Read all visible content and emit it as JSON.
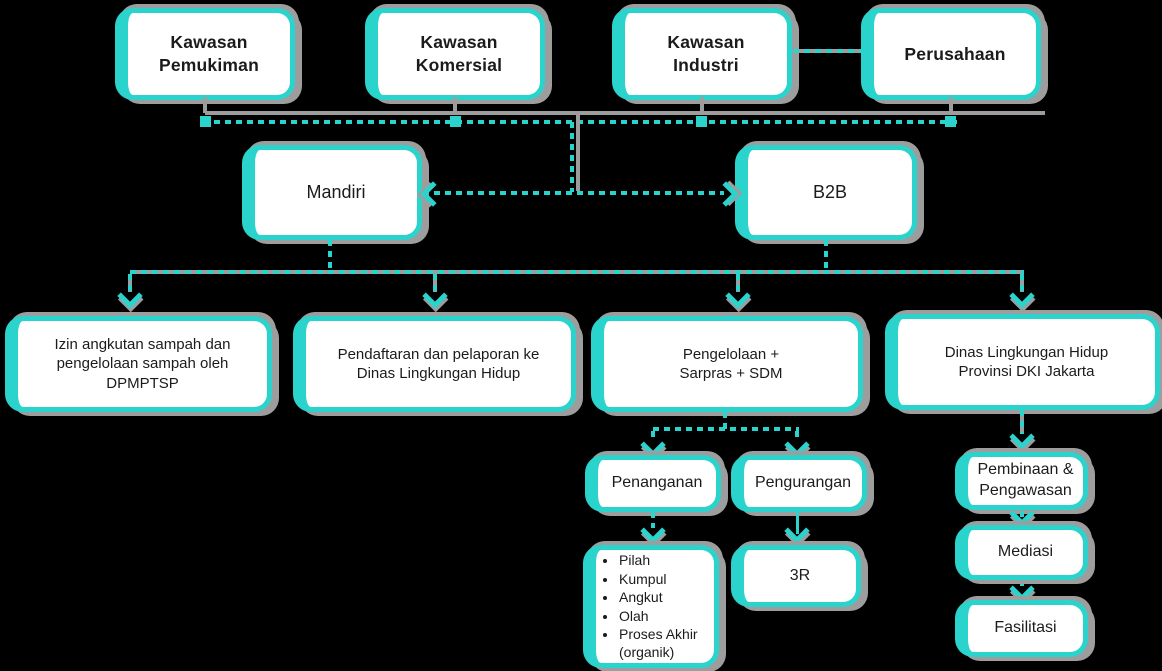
{
  "palette": {
    "accent_teal": "#2bd3cd",
    "shadow_gray": "#9d9d9d",
    "node_fill": "#ffffff",
    "text": "#1b1b1b",
    "background": "#000000"
  },
  "nodes": {
    "kawasan_pemukiman": "Kawasan Pemukiman",
    "kawasan_komersial": "Kawasan Komersial",
    "kawasan_industri": "Kawasan Industri",
    "perusahaan": "Perusahaan",
    "mandiri": "Mandiri",
    "b2b": "B2B",
    "izin": "Izin angkutan sampah dan pengelolaan sampah oleh DPMPTSP",
    "pendaftaran": "Pendaftaran dan pelaporan ke Dinas Lingkungan Hidup",
    "pengelolaan": "Pengelolaan + Sarpras + SDM",
    "dinas": "Dinas Lingkungan Hidup Provinsi DKI Jakarta",
    "penanganan": "Penanganan",
    "pengurangan": "Pengurangan",
    "pembinaan": "Pembinaan & Pengawasan",
    "r3": "3R",
    "mediasi": "Mediasi",
    "fasilitasi": "Fasilitasi"
  },
  "penanganan_steps": [
    "Pilah",
    "Kumpul",
    "Angkut",
    "Olah",
    "Proses Akhir (organik)"
  ],
  "edges": [
    {
      "from": "kawasan_industri",
      "to": "perusahaan",
      "style": "dashed"
    },
    {
      "from": "kawasan_pemukiman",
      "to": "mandiri_b2b_bus",
      "style": "dashed"
    },
    {
      "from": "kawasan_komersial",
      "to": "mandiri_b2b_bus",
      "style": "dashed"
    },
    {
      "from": "kawasan_industri",
      "to": "mandiri_b2b_bus",
      "style": "dashed"
    },
    {
      "from": "perusahaan",
      "to": "mandiri_b2b_bus",
      "style": "dashed"
    },
    {
      "from": "mandiri_b2b_bus",
      "to": "mandiri",
      "style": "dashed-arrow"
    },
    {
      "from": "mandiri_b2b_bus",
      "to": "b2b",
      "style": "dashed-arrow"
    },
    {
      "from": "mandiri",
      "to": "row3_bus",
      "style": "dashed"
    },
    {
      "from": "b2b",
      "to": "row3_bus",
      "style": "dashed"
    },
    {
      "from": "row3_bus",
      "to": "izin",
      "style": "dashed-arrow"
    },
    {
      "from": "row3_bus",
      "to": "pendaftaran",
      "style": "dashed-arrow"
    },
    {
      "from": "row3_bus",
      "to": "pengelolaan",
      "style": "dashed-arrow"
    },
    {
      "from": "row3_bus",
      "to": "dinas",
      "style": "dashed-arrow"
    },
    {
      "from": "pengelolaan",
      "to": "penanganan",
      "style": "dashed-arrow"
    },
    {
      "from": "pengelolaan",
      "to": "pengurangan",
      "style": "dashed-arrow"
    },
    {
      "from": "dinas",
      "to": "pembinaan",
      "style": "dashed-arrow"
    },
    {
      "from": "penanganan",
      "to": "penanganan_steps",
      "style": "dashed-arrow"
    },
    {
      "from": "pengurangan",
      "to": "r3",
      "style": "solid-arrow"
    },
    {
      "from": "pembinaan",
      "to": "mediasi",
      "style": "dashed-arrow"
    },
    {
      "from": "mediasi",
      "to": "fasilitasi",
      "style": "dashed-arrow"
    }
  ]
}
